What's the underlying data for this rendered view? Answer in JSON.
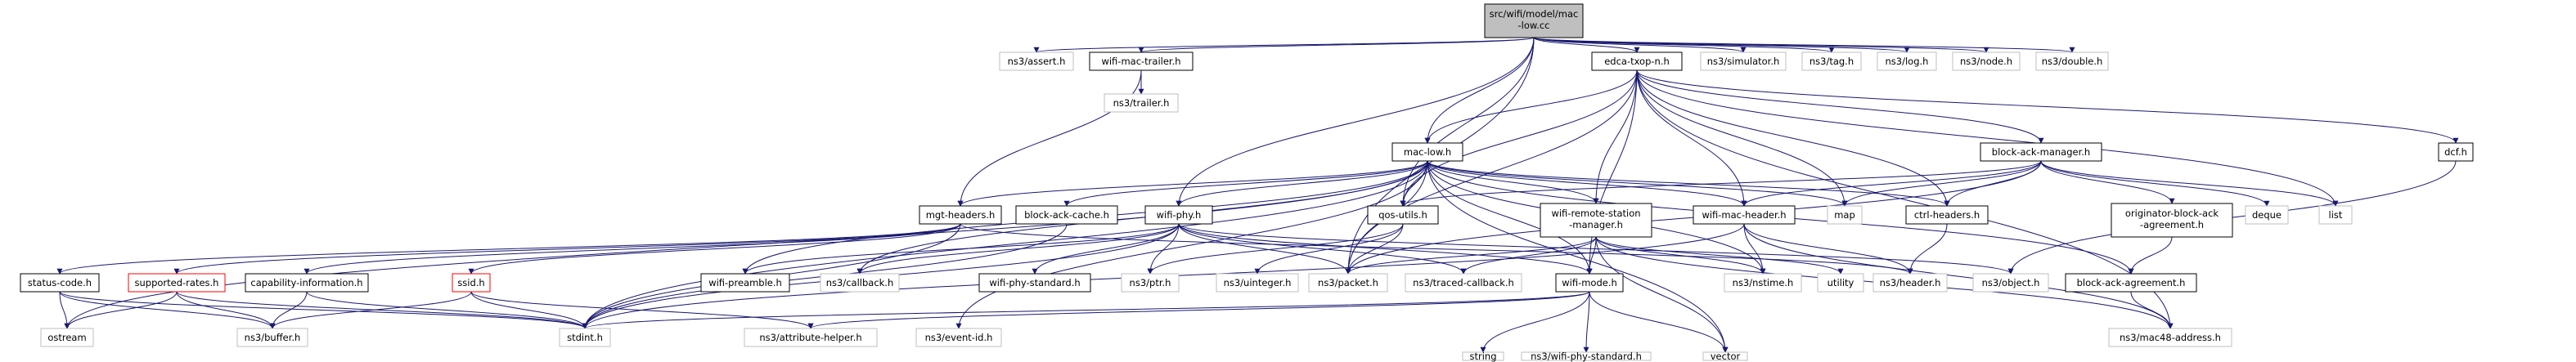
{
  "nodes": {
    "root": "src/wifi/model/mac-low.cc",
    "ns3_assert": "ns3/assert.h",
    "wifi_mac_trailer": "wifi-mac-trailer.h",
    "edca_txop_n": "edca-txop-n.h",
    "ns3_simulator": "ns3/simulator.h",
    "ns3_tag": "ns3/tag.h",
    "ns3_log": "ns3/log.h",
    "ns3_node": "ns3/node.h",
    "ns3_double": "ns3/double.h",
    "ns3_trailer": "ns3/trailer.h",
    "mac_low": "mac-low.h",
    "block_ack_manager": "block-ack-manager.h",
    "dcf": "dcf.h",
    "mgt_headers": "mgt-headers.h",
    "block_ack_cache": "block-ack-cache.h",
    "wifi_phy": "wifi-phy.h",
    "qos_utils": "qos-utils.h",
    "wifi_remote_station_manager": "wifi-remote-station-manager.h",
    "wifi_mac_header": "wifi-mac-header.h",
    "map": "map",
    "ctrl_headers": "ctrl-headers.h",
    "originator_block_ack_agreement": "originator-block-ack-agreement.h",
    "deque": "deque",
    "list": "list",
    "status_code": "status-code.h",
    "supported_rates": "supported-rates.h",
    "capability_information": "capability-information.h",
    "ssid": "ssid.h",
    "wifi_preamble": "wifi-preamble.h",
    "ns3_callback": "ns3/callback.h",
    "wifi_phy_standard": "wifi-phy-standard.h",
    "ns3_ptr": "ns3/ptr.h",
    "ns3_uinteger": "ns3/uinteger.h",
    "ns3_packet": "ns3/packet.h",
    "ns3_traced_callback": "ns3/traced-callback.h",
    "wifi_mode": "wifi-mode.h",
    "ns3_nstime": "ns3/nstime.h",
    "utility": "utility",
    "ns3_header": "ns3/header.h",
    "ns3_object": "ns3/object.h",
    "block_ack_agreement": "block-ack-agreement.h",
    "ostream": "ostream",
    "ns3_buffer": "ns3/buffer.h",
    "stdint": "stdint.h",
    "ns3_attribute_helper": "ns3/attribute-helper.h",
    "ns3_event_id": "ns3/event-id.h",
    "string": "string",
    "ns3_wifi_phy_standard": "ns3/wifi-phy-standard.h",
    "vector": "vector",
    "ns3_mac48_address": "ns3/mac48-address.h"
  },
  "colors": {
    "edge": "#191970",
    "documented_border": "#000000",
    "undocumented_border": "#bfbfbf",
    "truncated_border": "#ff0000",
    "root_fill": "#bfbfbf"
  }
}
